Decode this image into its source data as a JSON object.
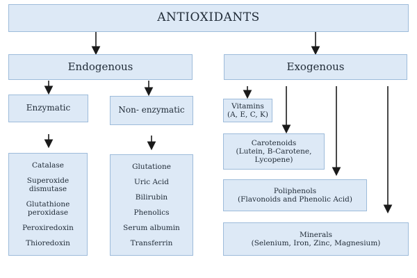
{
  "root": "ANTIOXIDANTS",
  "endogenous": {
    "label": "Endogenous",
    "enzymatic": {
      "label": "Enzymatic",
      "items": [
        "Catalase",
        "Superoxide dismutase",
        "Glutathione peroxidase",
        "Peroxiredoxin",
        "Thioredoxin"
      ]
    },
    "non_enzymatic": {
      "label": "Non- enzymatic",
      "items": [
        "Glutatione",
        "Uric Acid",
        "Bilirubin",
        "Phenolics",
        "Serum albumin",
        "Transferrin"
      ]
    }
  },
  "exogenous": {
    "label": "Exogenous",
    "vitamins": {
      "line1": "Vitamins",
      "line2": "(A, E, C, K)"
    },
    "carotenoids": {
      "line1": "Carotenoids",
      "line2": "(Lutein, B-Carotene,",
      "line3": "Lycopene)"
    },
    "poliphenols": {
      "line1": "Poliphenols",
      "line2": "(Flavonoids and Phenolic Acid)"
    },
    "minerals": {
      "line1": "Minerals",
      "line2": "(Selenium, Iron, Zinc, Magnesium)"
    }
  },
  "colors": {
    "box_fill": "#dde9f6",
    "box_border": "#9dbbda",
    "arrow": "#1a1a1a"
  }
}
